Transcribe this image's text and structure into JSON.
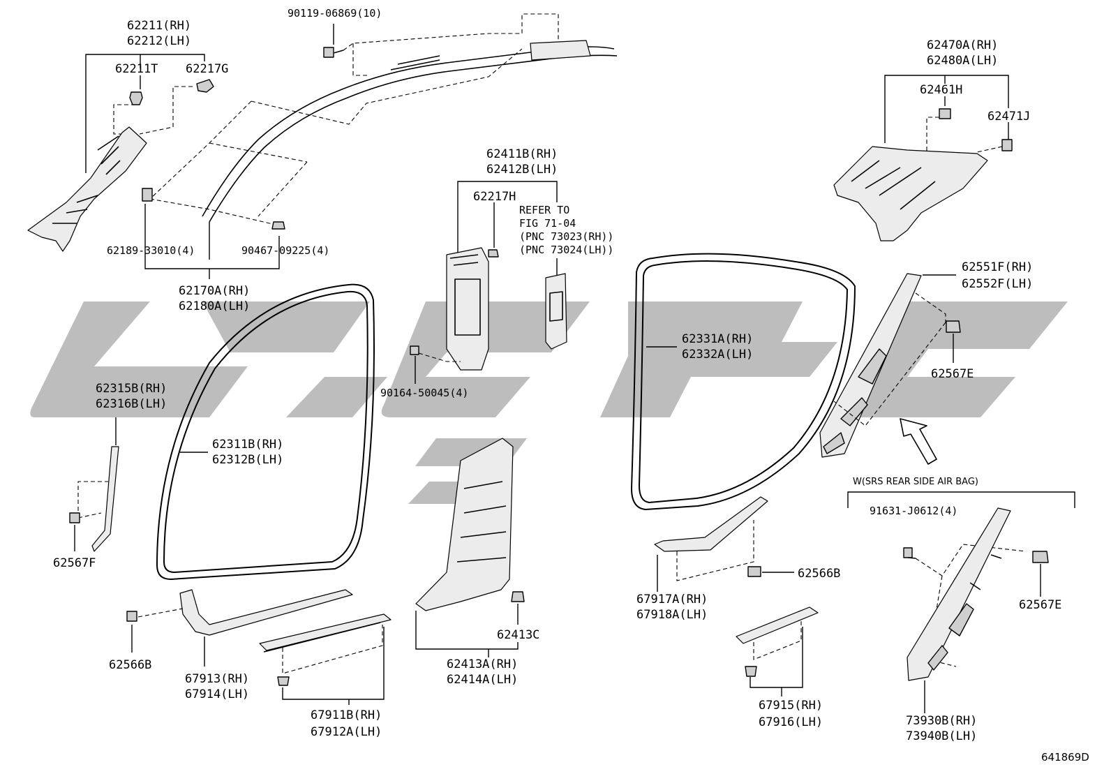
{
  "figure_id": "641869D",
  "callouts": {
    "c1_rh": "62211(RH)",
    "c1_lh": "62212(LH)",
    "c2": "62211T",
    "c3": "62217G",
    "c4": "90119-06869(10)",
    "c5": "62189-33010(4)",
    "c6": "90467-09225(4)",
    "c7_rh": "62170A(RH)",
    "c7_lh": "62180A(LH)",
    "c8_rh": "62411B(RH)",
    "c8_lh": "62412B(LH)",
    "c9": "62217H",
    "ref1": "REFER TO",
    "ref2": "FIG 71-04",
    "ref3": "(PNC 73023(RH))",
    "ref4": "(PNC 73024(LH))",
    "c10": "90164-50045(4)",
    "c11_rh": "62470A(RH)",
    "c11_lh": "62480A(LH)",
    "c12": "62461H",
    "c13": "62471J",
    "c14_rh": "62551F(RH)",
    "c14_lh": "62552F(LH)",
    "c15": "62567E",
    "c16_rh": "62331A(RH)",
    "c16_lh": "62332A(LH)",
    "c17_rh": "62315B(RH)",
    "c17_lh": "62316B(LH)",
    "c18_rh": "62311B(RH)",
    "c18_lh": "62312B(LH)",
    "c19": "62567F",
    "c20": "62566B",
    "c21_rh": "67913(RH)",
    "c21_lh": "67914(LH)",
    "c22_rh": "67911B(RH)",
    "c22_lh": "67912A(LH)",
    "c23": "62413C",
    "c24_rh": "62413A(RH)",
    "c24_lh": "62414A(LH)",
    "c25_rh": "67917A(RH)",
    "c25_lh": "67918A(LH)",
    "c26": "62566B",
    "c27_rh": "67915(RH)",
    "c27_lh": "67916(LH)",
    "note": "W(SRS REAR SIDE AIR BAG)",
    "c28": "91631-J0612(4)",
    "c29": "62567E",
    "c30_rh": "73930B(RH)",
    "c30_lh": "73940B(LH)"
  },
  "colors": {
    "watermark": "#bdbdbd",
    "line": "#000000",
    "part_fill": "#cfcfcf"
  }
}
